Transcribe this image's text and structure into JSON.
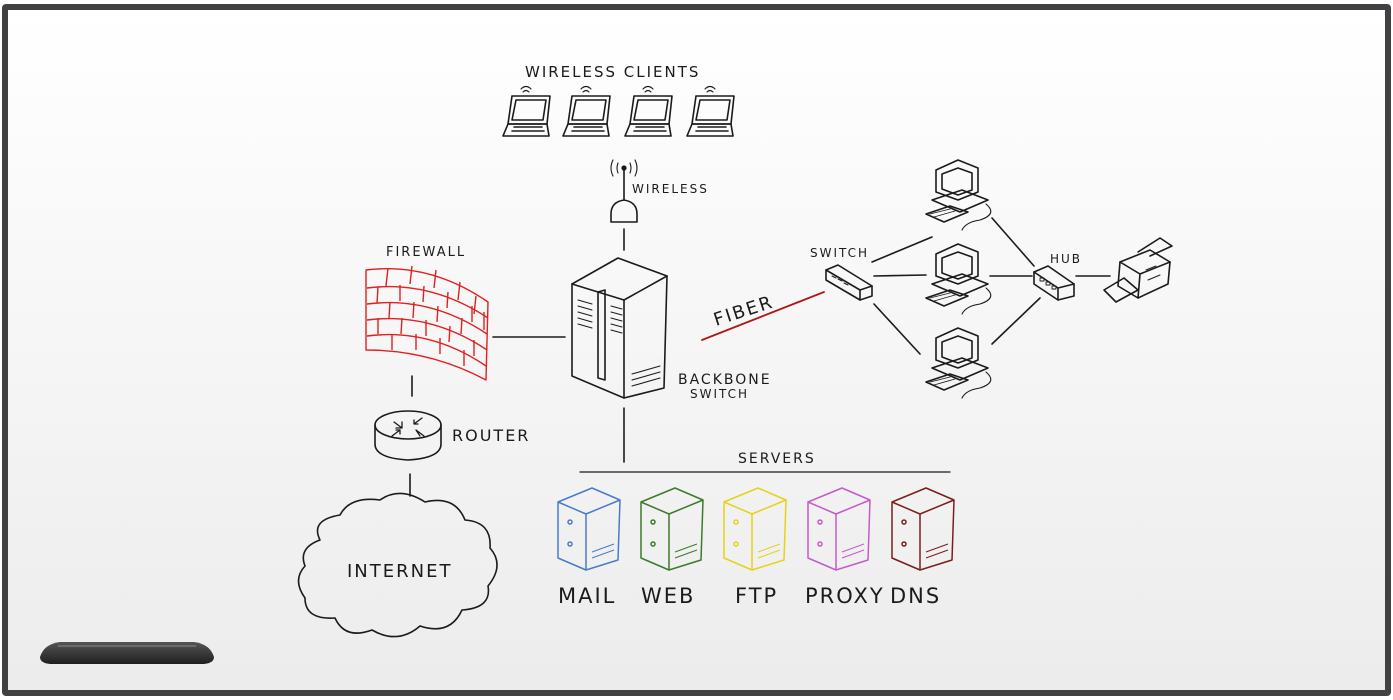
{
  "labels": {
    "wireless_clients": "WIRELESS CLIENTS",
    "wireless": "WIRELESS",
    "firewall": "FIREWALL",
    "router": "ROUTER",
    "internet": "INTERNET",
    "backbone_line1": "BACKBONE",
    "backbone_line2": "SWITCH",
    "fiber": "FIBER",
    "switch": "SWITCH",
    "hub": "HUB",
    "servers": "SERVERS"
  },
  "servers": [
    {
      "label": "MAIL",
      "color": "#4a7bc8"
    },
    {
      "label": "WEB",
      "color": "#3d7a2a"
    },
    {
      "label": "FTP",
      "color": "#e6d21a"
    },
    {
      "label": "PROXY",
      "color": "#c85ac8"
    },
    {
      "label": "DNS",
      "color": "#7a1e1e"
    }
  ],
  "colors": {
    "ink": "#1b1b1b",
    "firewall": "#e02020",
    "fiber": "#b01818",
    "frame": "#4a4a4a"
  },
  "icons": [
    "laptop-icon",
    "wireless-access-point-icon",
    "firewall-icon",
    "router-icon",
    "cloud-icon",
    "backbone-switch-icon",
    "switch-icon",
    "hub-icon",
    "desktop-computer-icon",
    "printer-icon",
    "server-icon",
    "marker-tray-icon"
  ]
}
